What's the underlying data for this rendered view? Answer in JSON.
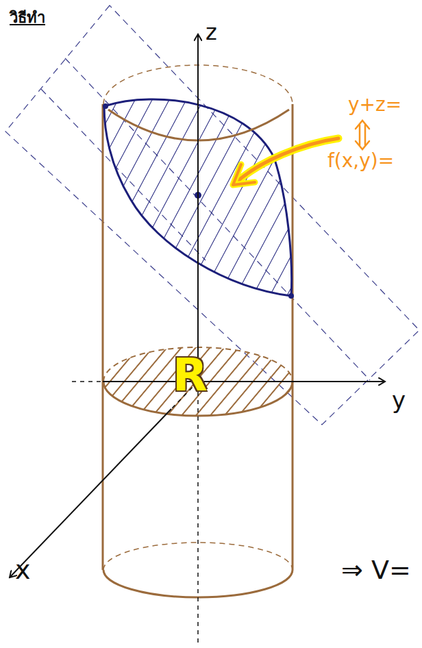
{
  "diagram": {
    "labels": [
      "วิธีทำ",
      "z",
      "y",
      "x",
      "R",
      "y+z=",
      "f(x,y)=",
      "⇒ V="
    ]
  }
}
